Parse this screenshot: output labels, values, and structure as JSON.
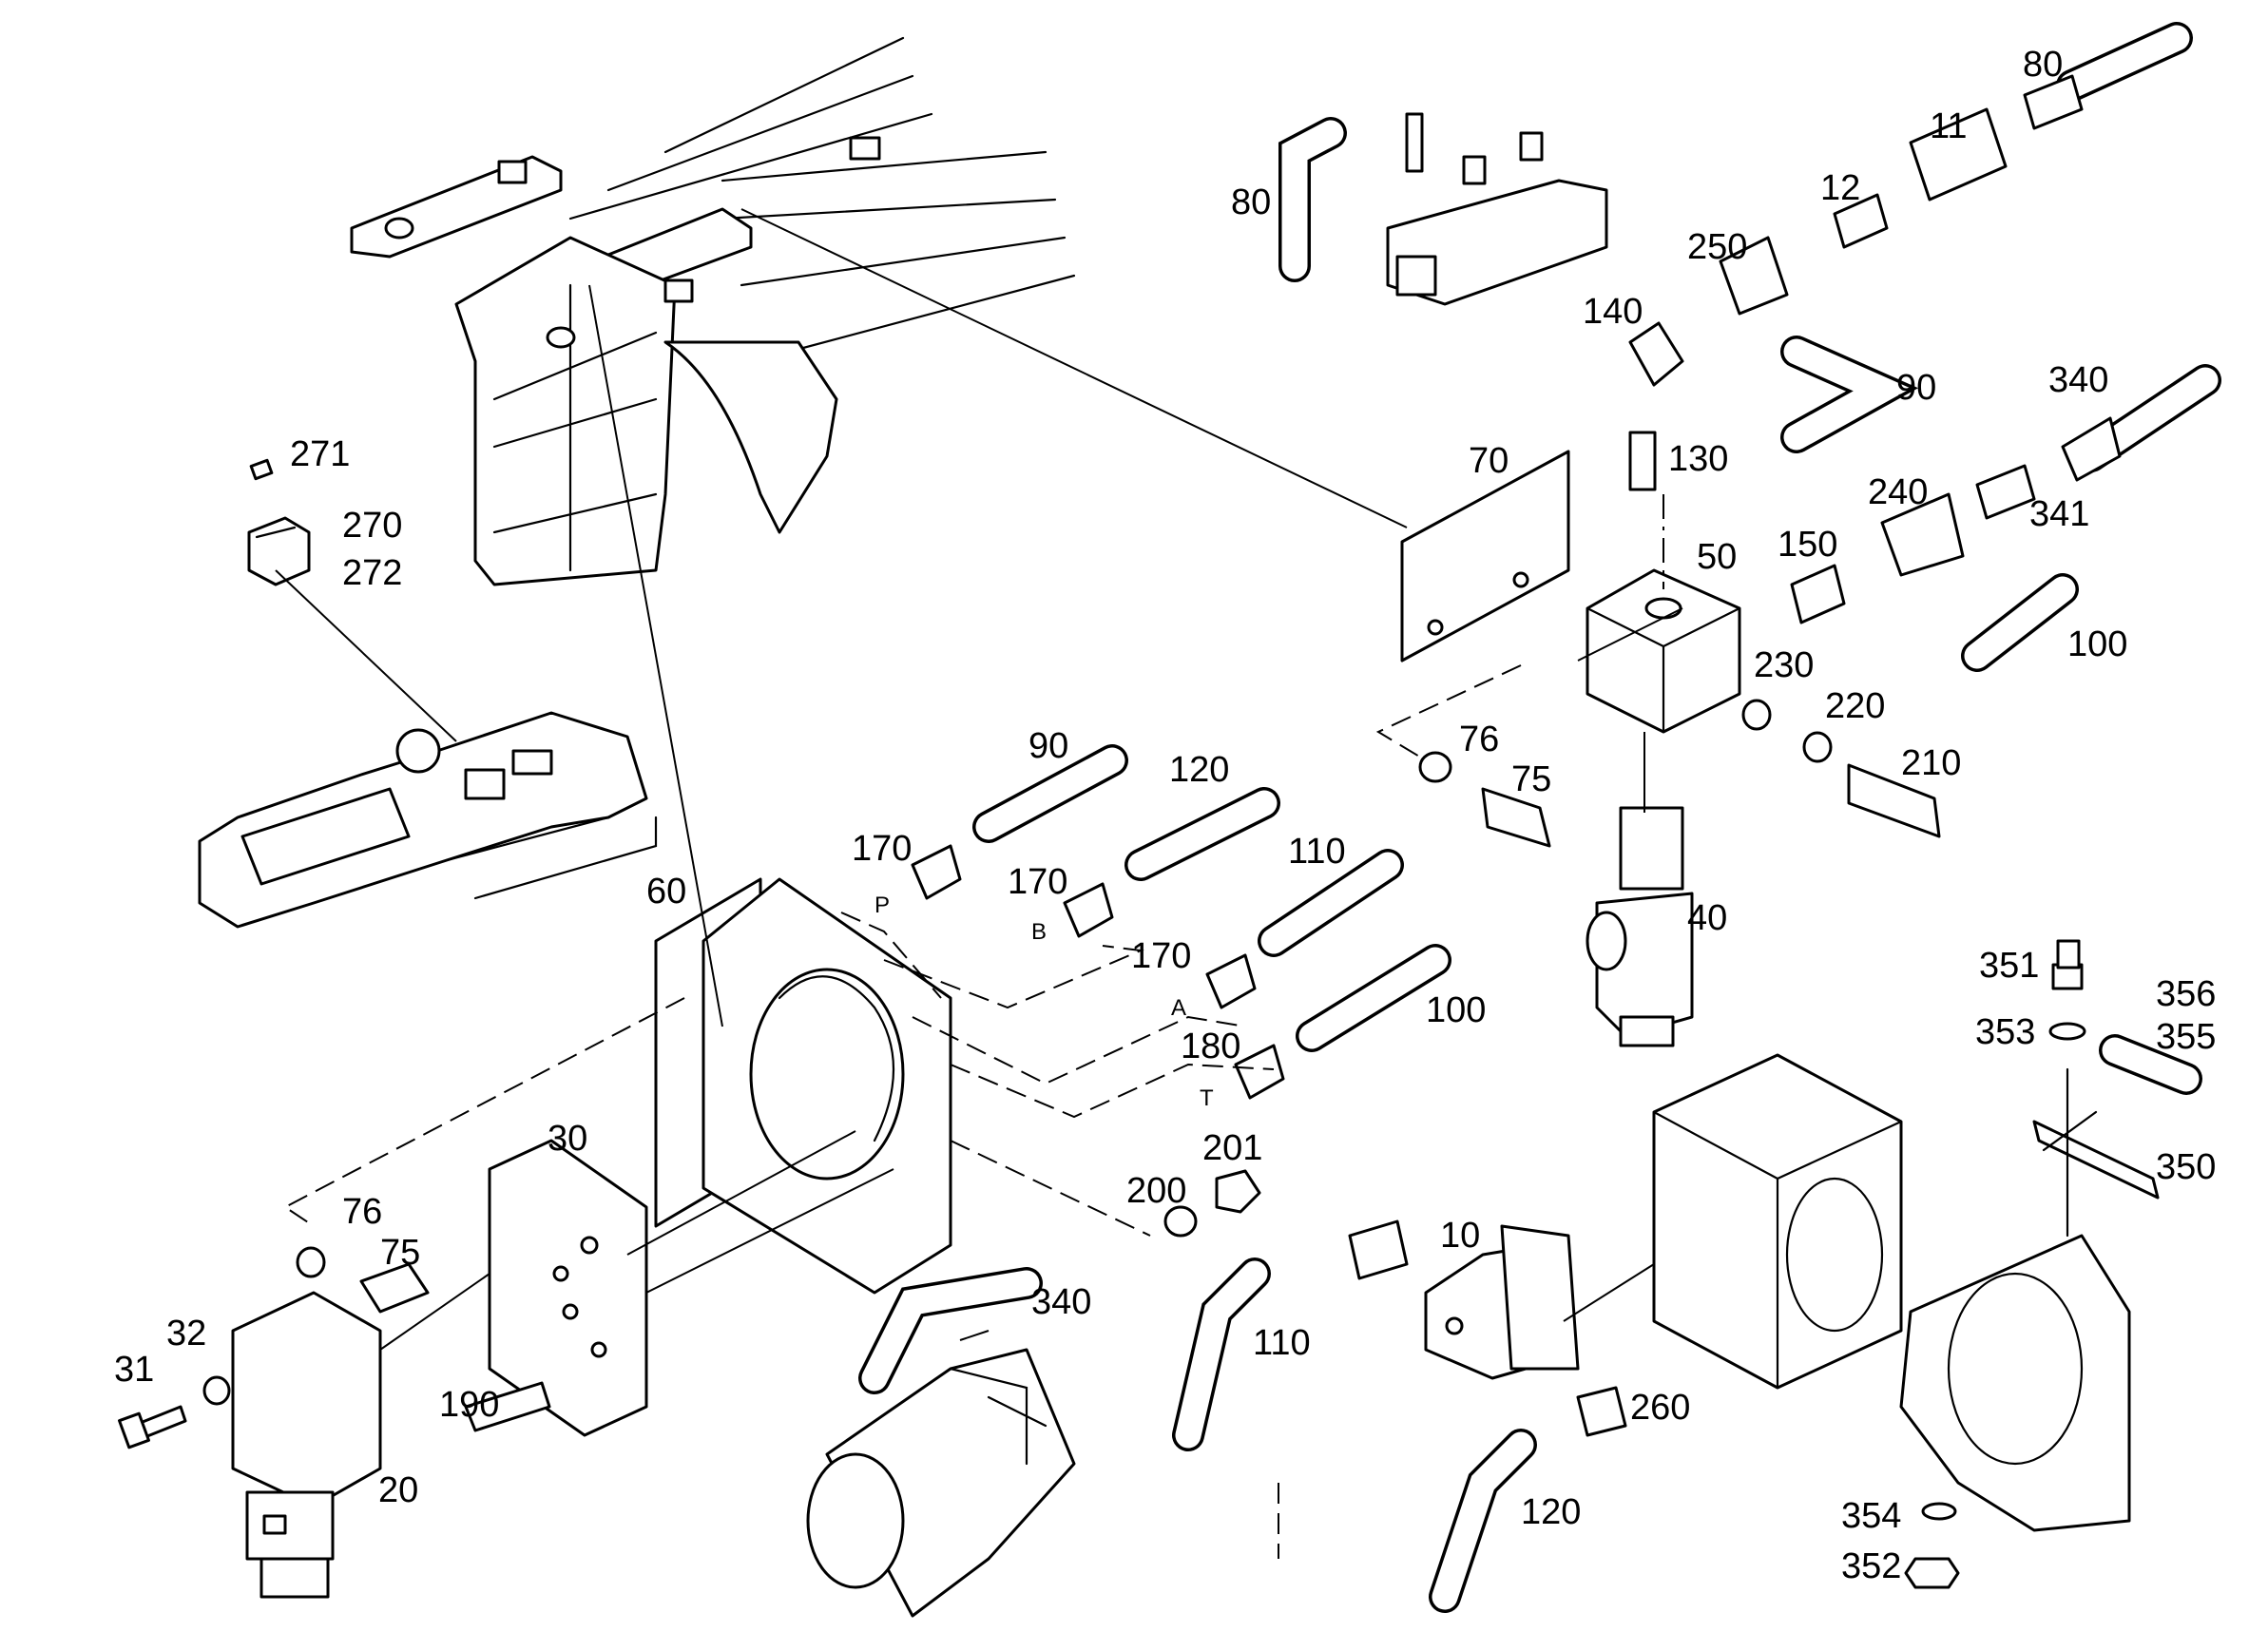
{
  "labels": {
    "l80a": "80",
    "l11": "11",
    "l12": "12",
    "l250": "250",
    "l140": "140",
    "l90a": "90",
    "l80b": "80",
    "l130": "130",
    "l340a": "340",
    "l240": "240",
    "l341": "341",
    "l150": "150",
    "l100a": "100",
    "l70": "70",
    "l50": "50",
    "l230": "230",
    "l220": "220",
    "l210": "210",
    "l76a": "76",
    "l75a": "75",
    "l40": "40",
    "l271": "271",
    "l270": "270",
    "l272": "272",
    "l90b": "90",
    "l120a": "120",
    "l170a": "170",
    "l170b": "170",
    "l110a": "110",
    "l170c": "170",
    "l100b": "100",
    "l180": "180",
    "l60": "60",
    "l30": "30",
    "l76b": "76",
    "l75b": "75",
    "l32": "32",
    "l31": "31",
    "l190": "190",
    "l20": "20",
    "l200": "200",
    "l201": "201",
    "l340b": "340",
    "l10": "10",
    "l110b": "110",
    "l260": "260",
    "l120b": "120",
    "l351": "351",
    "l353": "353",
    "l356": "356",
    "l355": "355",
    "l350": "350",
    "l354": "354",
    "l352": "352"
  },
  "ports": {
    "p": "P",
    "b": "B",
    "a": "A",
    "t": "T"
  }
}
